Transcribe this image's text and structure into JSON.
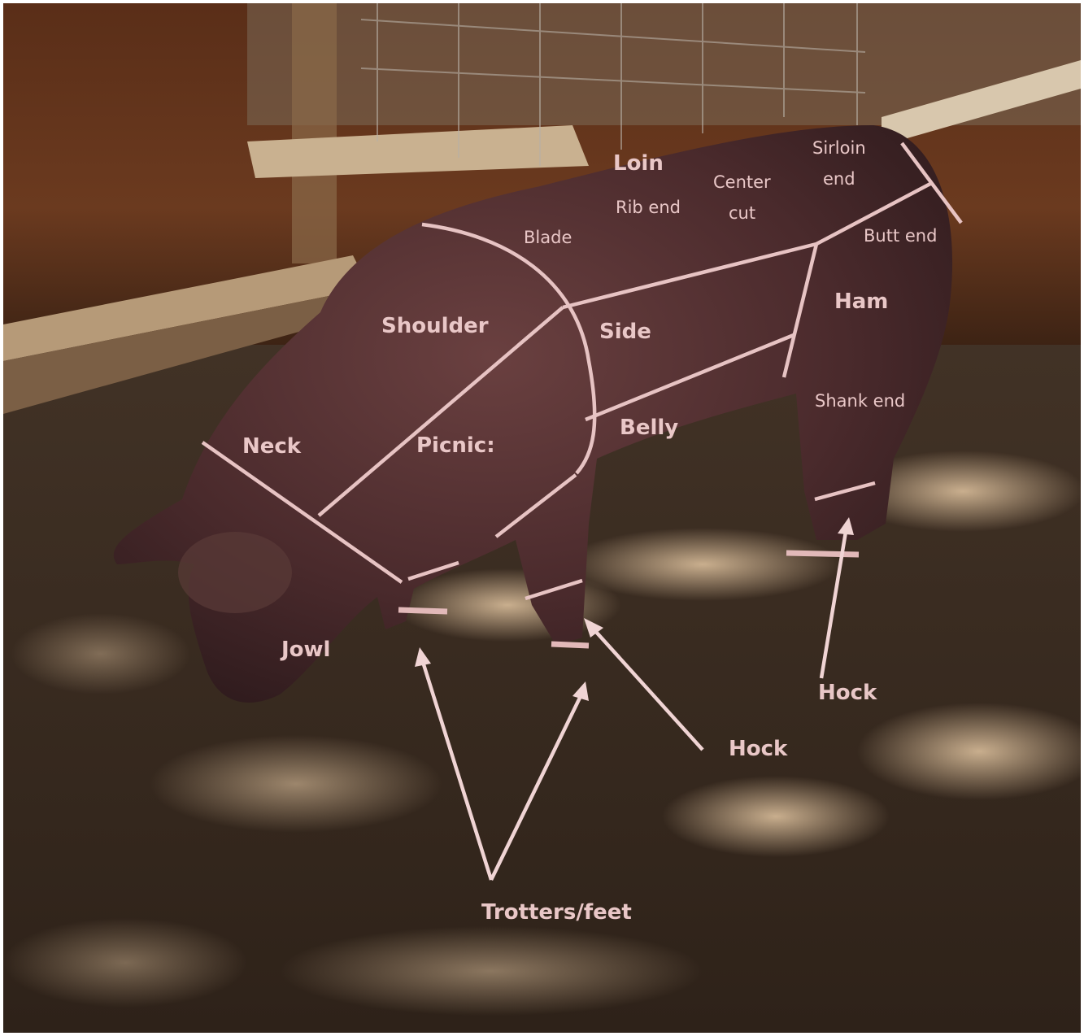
{
  "labels": {
    "loin": "Loin",
    "sirloin_line1": "Sirloin",
    "sirloin_line2": "end",
    "center_line1": "Center",
    "center_line2": "cut",
    "rib_end": "Rib end",
    "blade": "Blade",
    "butt_end": "Butt end",
    "shoulder": "Shoulder",
    "side": "Side",
    "ham": "Ham",
    "shank_end": "Shank end",
    "belly": "Belly",
    "neck": "Neck",
    "picnic": "Picnic:",
    "jowl": "Jowl",
    "hock_rear": "Hock",
    "hock_front": "Hock",
    "trotters": "Trotters/feet"
  },
  "colors": {
    "label": "#e9c7c7",
    "cut_line": "#e7c3c3",
    "arrow": "#f0d4d4"
  }
}
